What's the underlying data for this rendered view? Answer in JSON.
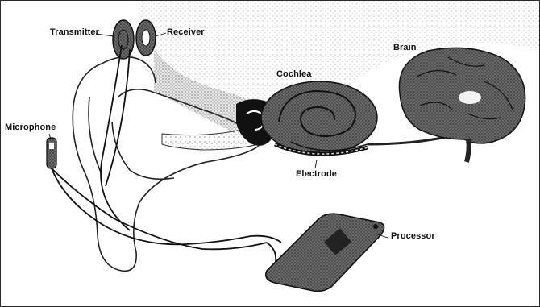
{
  "labels": {
    "transmitter": "Transmitter",
    "receiver": "Receiver",
    "brain": "Brain",
    "cochlea": "Cochlea",
    "microphone": "Microphone",
    "electrode": "Electrode",
    "processor": "Processor"
  },
  "colors": {
    "ink": "#111111",
    "shade": "#5a5a5a",
    "light_stipple": "#d9d9d9",
    "background": "#ffffff"
  }
}
